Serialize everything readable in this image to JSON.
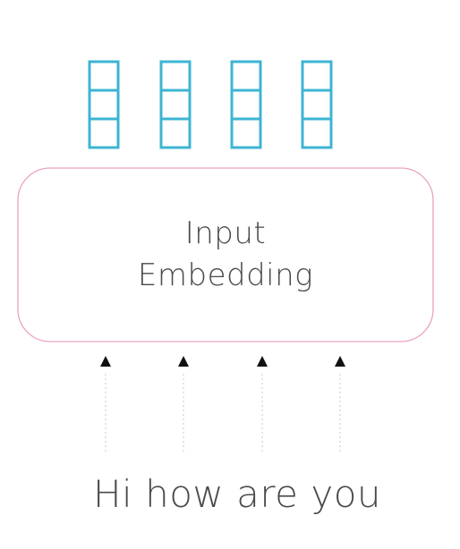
{
  "diagram": {
    "box_label_line1": "Input",
    "box_label_line2": "Embedding",
    "input_sentence": "Hi how are you",
    "vector_count": 4,
    "cells_per_vector": 3
  },
  "colors": {
    "vector_stroke": "#3db4d3",
    "box_stroke": "#e9a2c3",
    "arrow": "#111111",
    "dotted_line": "#c8c8c8",
    "text": "#4a4a4a"
  }
}
